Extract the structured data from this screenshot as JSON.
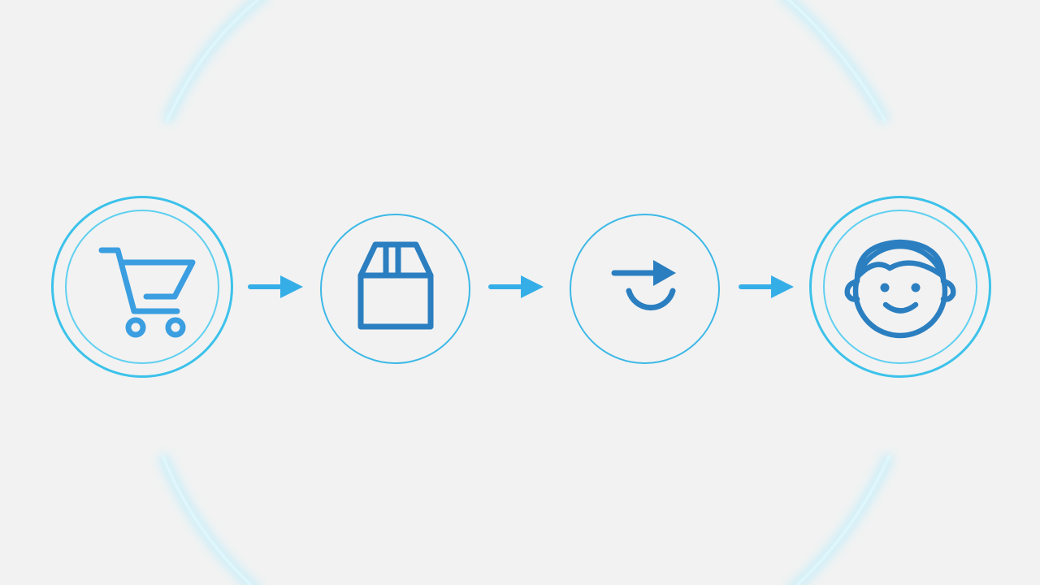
{
  "diagram": {
    "steps": [
      {
        "id": "cart",
        "icon": "shopping-cart-icon",
        "double_ring": true
      },
      {
        "id": "package",
        "icon": "package-box-icon",
        "double_ring": false
      },
      {
        "id": "return",
        "icon": "return-arrow-icon",
        "double_ring": false
      },
      {
        "id": "customer",
        "icon": "smiling-face-icon",
        "double_ring": true
      }
    ],
    "connectors": [
      {
        "from": "cart",
        "to": "package",
        "icon": "right-arrow-icon"
      },
      {
        "from": "package",
        "to": "return",
        "icon": "right-arrow-icon"
      },
      {
        "from": "return",
        "to": "customer",
        "icon": "right-arrow-icon"
      }
    ]
  },
  "colors": {
    "background": "#f2f2f2",
    "ring": "#3cc2ea",
    "ring_light": "#5fd0f0",
    "icon_stroke": "#2b7fc0",
    "icon_stroke_light": "#3a9ee0",
    "arrow": "#35aee8",
    "glow": "#b8ecf8"
  }
}
